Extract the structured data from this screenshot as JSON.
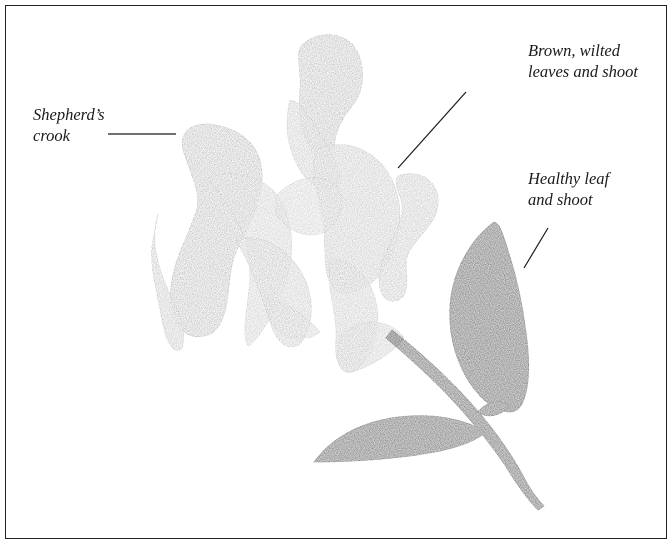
{
  "labels": {
    "shepherds_crook": {
      "line1": "Shepherd’s",
      "line2": "crook"
    },
    "brown_wilted": {
      "line1": "Brown, wilted",
      "line2": "leaves and shoot"
    },
    "healthy": {
      "line1": "Healthy leaf",
      "line2": "and shoot"
    }
  },
  "colors": {
    "frame": "#222222",
    "ink": "#1a1a1a",
    "wilted_fill": "#e8e8e8",
    "healthy_fill": "#b9b9b9"
  }
}
